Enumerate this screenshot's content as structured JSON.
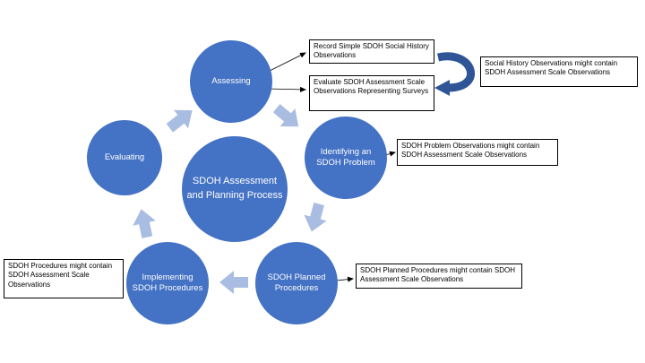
{
  "title": "SDOH Assessment and Planning Process",
  "diagram": {
    "center": {
      "label": "SDOH Assessment and Planning Process"
    },
    "nodes": [
      {
        "label": "Assessing"
      },
      {
        "label": "Identifying an SDOH Problem"
      },
      {
        "label": "SDOH Planned Procedures"
      },
      {
        "label": "Implementing SDOH Procedures"
      },
      {
        "label": "Evaluating"
      }
    ],
    "annotations": [
      {
        "text": "Record Simple SDOH Social History Observations"
      },
      {
        "text": "Evaluate SDOH Assessment Scale Observations Representing Surveys"
      },
      {
        "text": "Social History Observations might contain SDOH Assessment Scale Observations"
      },
      {
        "text": "SDOH Problem Observations might contain SDOH Assessment Scale Observations"
      },
      {
        "text": "SDOH Planned Procedures might contain SDOH Assessment Scale Observations"
      },
      {
        "text": "SDOH Procedures might contain SDOH Assessment Scale Observations"
      }
    ],
    "colors": {
      "node_fill": "#4472C4",
      "node_text": "#FFFFFF",
      "flow_arrow": "#A9BCE2",
      "curved_arrow": "#2F5597",
      "note_border": "#000000",
      "note_background": "#FFFFFF",
      "connector_line": "#000000"
    }
  }
}
